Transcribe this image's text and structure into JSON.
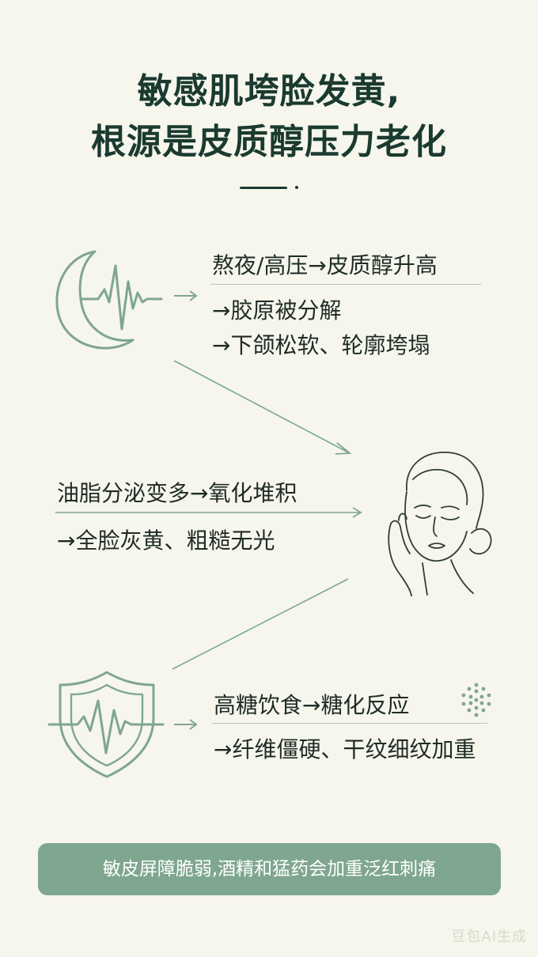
{
  "title": {
    "line1": "敏感肌垮脸发黄,",
    "line2": "根源是皮质醇压力老化"
  },
  "section_stress": {
    "heading": "熬夜/高压→皮质醇升高",
    "line1": "→胶原被分解",
    "line2": "→下颌松软、轮廓垮塌",
    "icon": "moon-heartbeat-icon"
  },
  "section_oil": {
    "heading": "油脂分泌变多→氧化堆积",
    "line1": "→全脸灰黄、粗糙无光",
    "icon": "woman-face-icon"
  },
  "section_sugar": {
    "heading": "高糖饮食→糖化反应",
    "line1": "→纤维僵硬、干纹细纹加重",
    "icon": "shield-heartbeat-icon",
    "dots_icon": "particle-dots-icon"
  },
  "banner": {
    "text": "敏皮屏障脆弱,酒精和猛药会加重泛红刺痛"
  },
  "watermark": "豆包AI生成",
  "colors": {
    "background": "#f6f6ec",
    "title": "#1b3a30",
    "accent": "#7fa68f",
    "line": "#8fb3a0"
  }
}
